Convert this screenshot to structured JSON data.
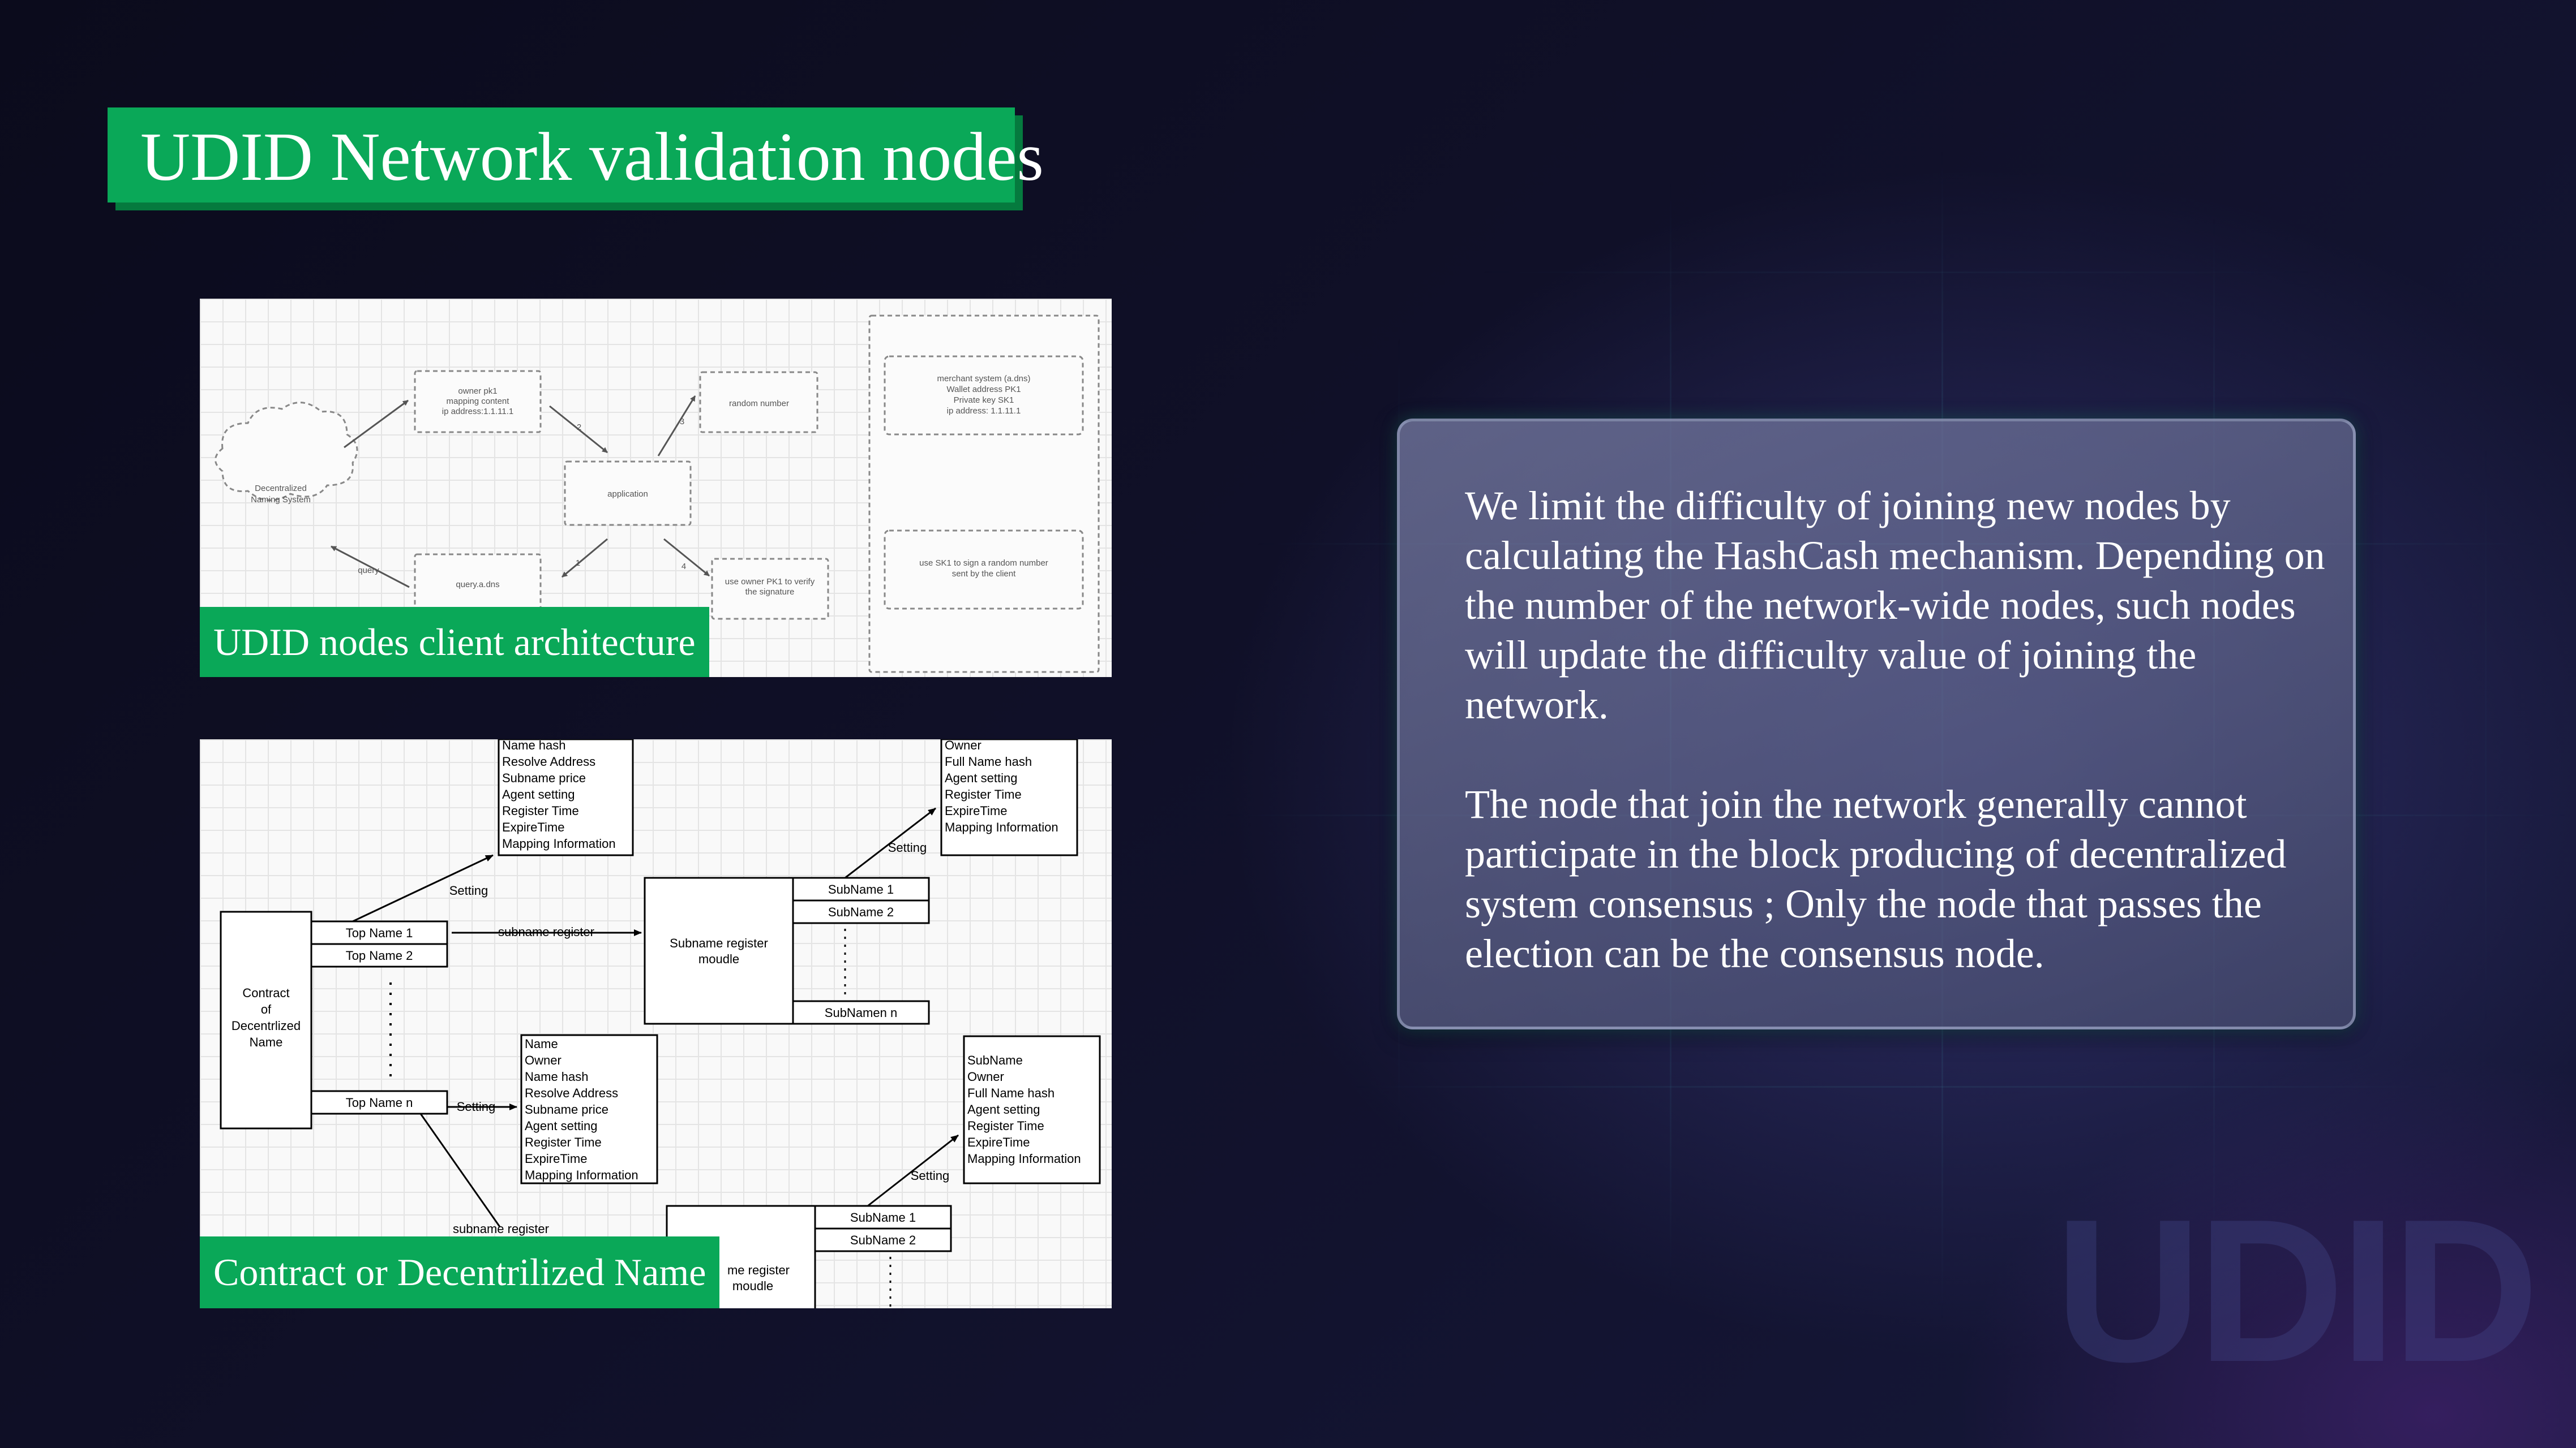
{
  "title": "UDID Network validation nodes",
  "figure1": {
    "caption": "UDID nodes client architecture",
    "nodes": {
      "cloud": [
        "Decentralized",
        "Naming System"
      ],
      "owner": [
        "owner pk1",
        "mapping content",
        "ip address:1.1.11.1"
      ],
      "application": "application",
      "random": "random number",
      "query": "query.a.dns",
      "verify": [
        "use owner PK1 to verify",
        "the signature"
      ],
      "merchant": [
        "merchant system (a.dns)",
        "Wallet address PK1",
        "Private key SK1",
        "ip address: 1.1.11.1"
      ],
      "sign": [
        "use SK1 to sign a random number",
        "sent by  the client"
      ]
    },
    "edge_labels": {
      "e1": "1",
      "e2": "2",
      "e3": "3",
      "e4": "4",
      "query": "query"
    }
  },
  "figure2": {
    "caption": "Contract or Decentrilized Name",
    "contract": [
      "Contract",
      "of",
      "Decentrlized",
      "Name"
    ],
    "top_names": [
      "Top Name 1",
      "Top Name 2",
      "Top Name n"
    ],
    "subname_module": [
      "Subname register",
      "moudle"
    ],
    "subname_module_partial": [
      "me register",
      "moudle"
    ],
    "sub_names_a": [
      "SubName 1",
      "SubName 2",
      "SubNamen n"
    ],
    "sub_names_b": [
      "SubName 1",
      "SubName 2"
    ],
    "labels": {
      "setting": "Setting",
      "subname_register_arrow": "subname register",
      "subname_register": "subname register"
    },
    "box_top": [
      "Name hash",
      "Resolve Address",
      "Subname price",
      "Agent setting",
      "Register Time",
      "ExpireTime",
      "Mapping Information"
    ],
    "box_topright": [
      "Owner",
      "Full Name hash",
      "Agent setting",
      "Register Time",
      "ExpireTime",
      "Mapping Information"
    ],
    "box_mid": [
      "Name",
      "Owner",
      "Name hash",
      "Resolve Address",
      "Subname price",
      "Agent setting",
      "Register Time",
      "ExpireTime",
      "Mapping Information"
    ],
    "box_right": [
      "SubName",
      "Owner",
      "Full Name hash",
      "Agent setting",
      "Register Time",
      "ExpireTime",
      "Mapping Information"
    ]
  },
  "description": [
    "We limit the difficulty of joining new nodes by calculating the HashCash mechanism. Depending on the number of the network-wide nodes, such nodes will update the difficulty value of joining the network.",
    "The node that join the network generally cannot participate in the block producing of decentralized system consensus ; Only the node that passes the election can be the consensus node."
  ],
  "watermark": "UDID"
}
